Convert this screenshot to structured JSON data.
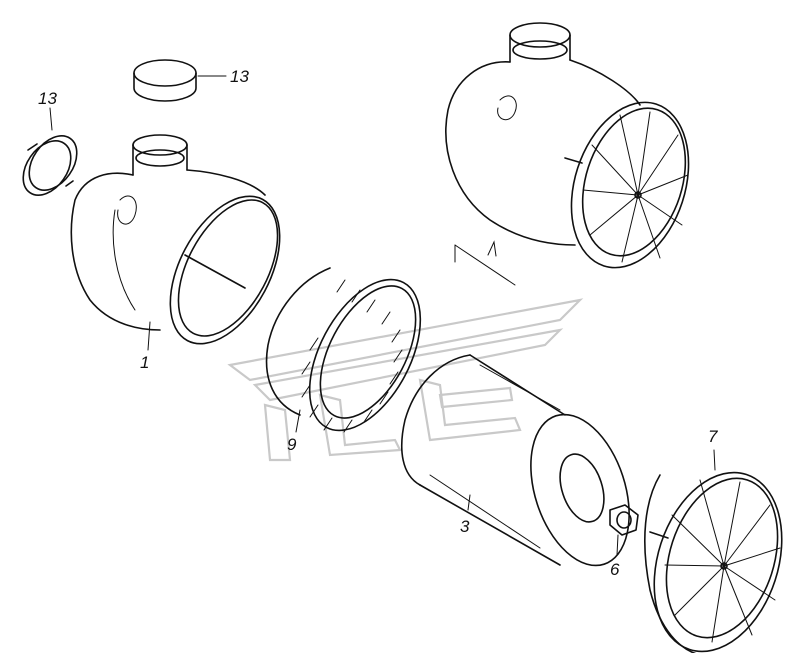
{
  "diagram": {
    "callouts": {
      "cap_small": "13",
      "cap_ring": "13",
      "housing": "1",
      "screen": "9",
      "filter_element": "3",
      "nut": "6",
      "end_cover": "7"
    },
    "colors": {
      "line": "#111111",
      "watermark": "#c9c9c9",
      "background": "#ffffff"
    }
  }
}
